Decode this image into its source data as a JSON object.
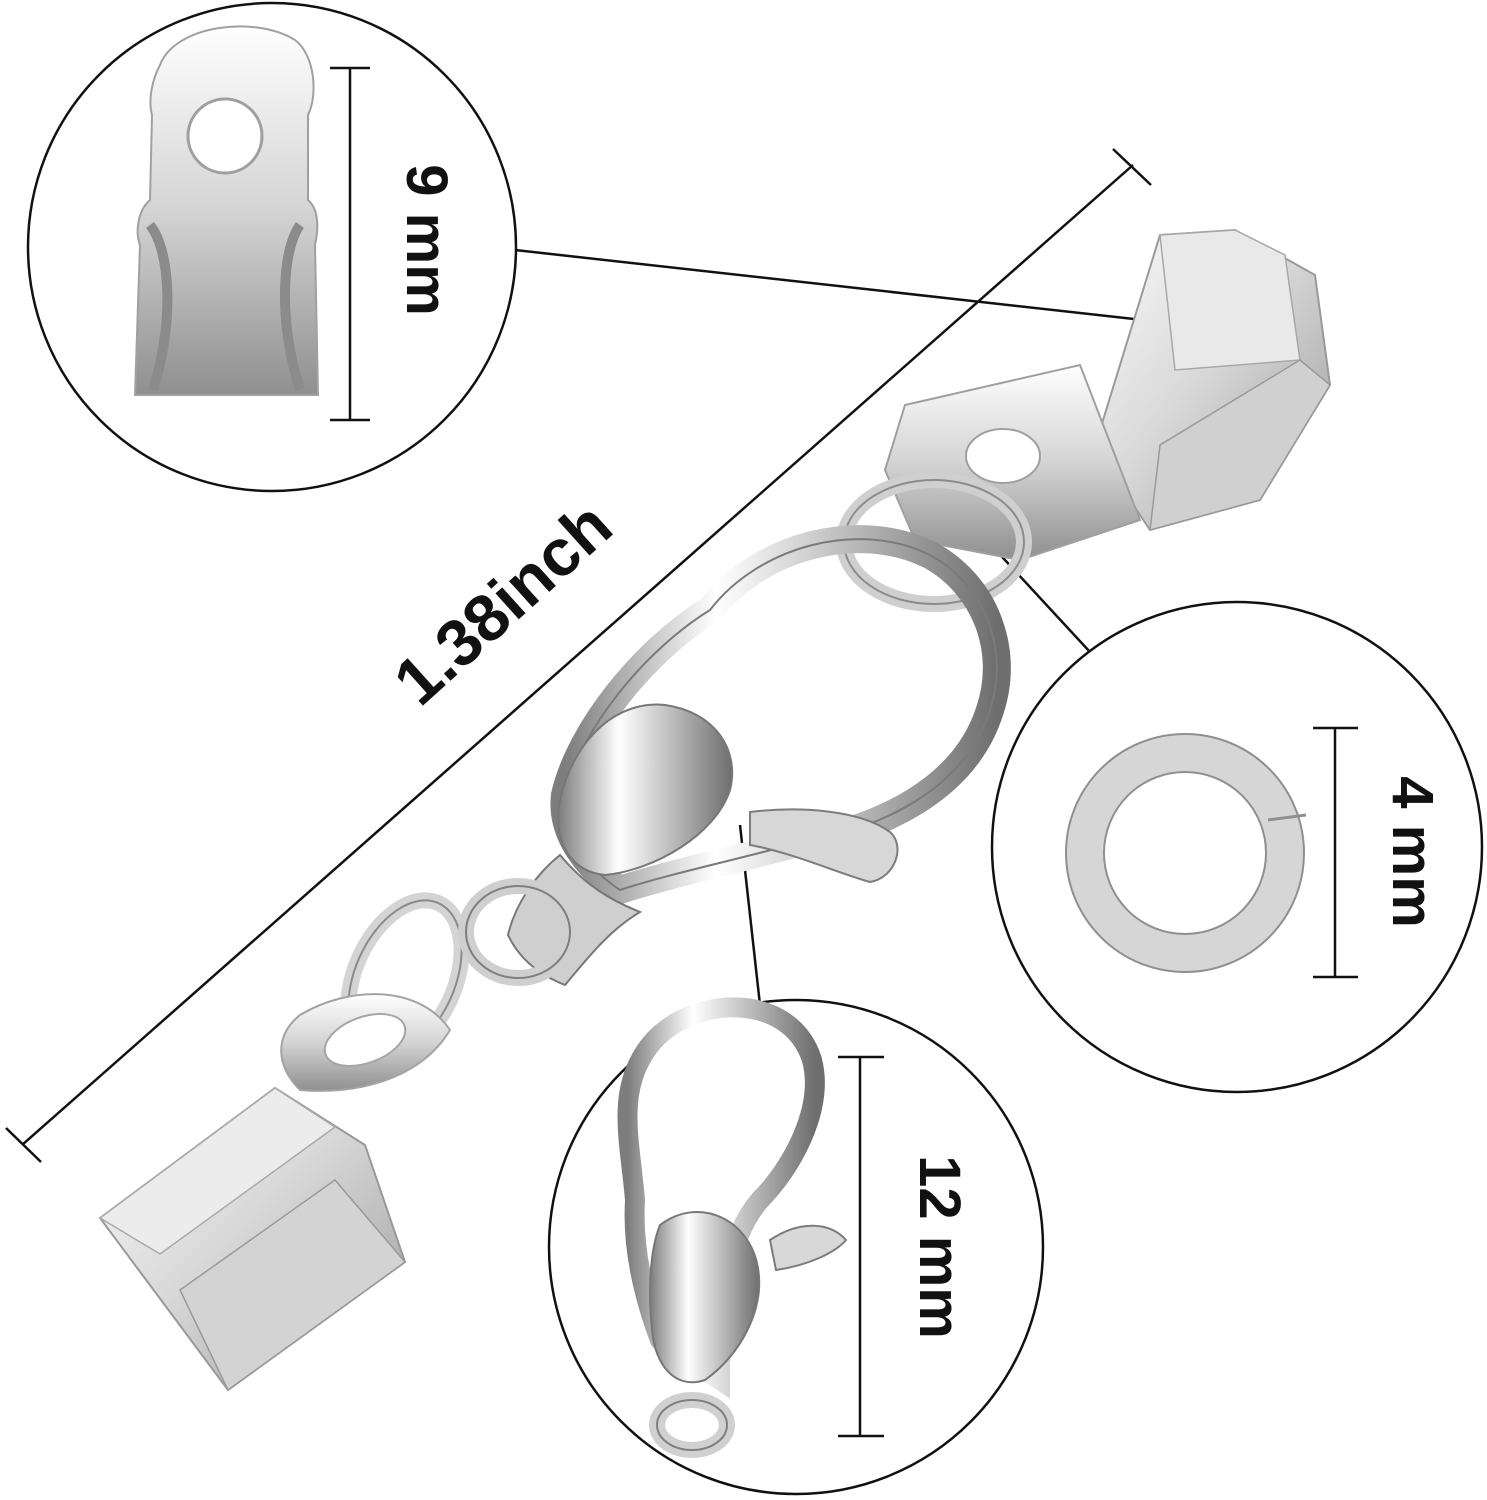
{
  "diagram": {
    "overall_length_label": "1.38inch",
    "callouts": [
      {
        "part": "fold-over-crimp-end",
        "label": "9 mm"
      },
      {
        "part": "jump-ring",
        "label": "4 mm"
      },
      {
        "part": "lobster-clasp",
        "label": "12 mm"
      }
    ]
  },
  "colors": {
    "metal_light": "#f2f2f2",
    "metal_mid": "#cfcfcf",
    "metal_dark": "#8a8a8a",
    "line": "#111111"
  }
}
